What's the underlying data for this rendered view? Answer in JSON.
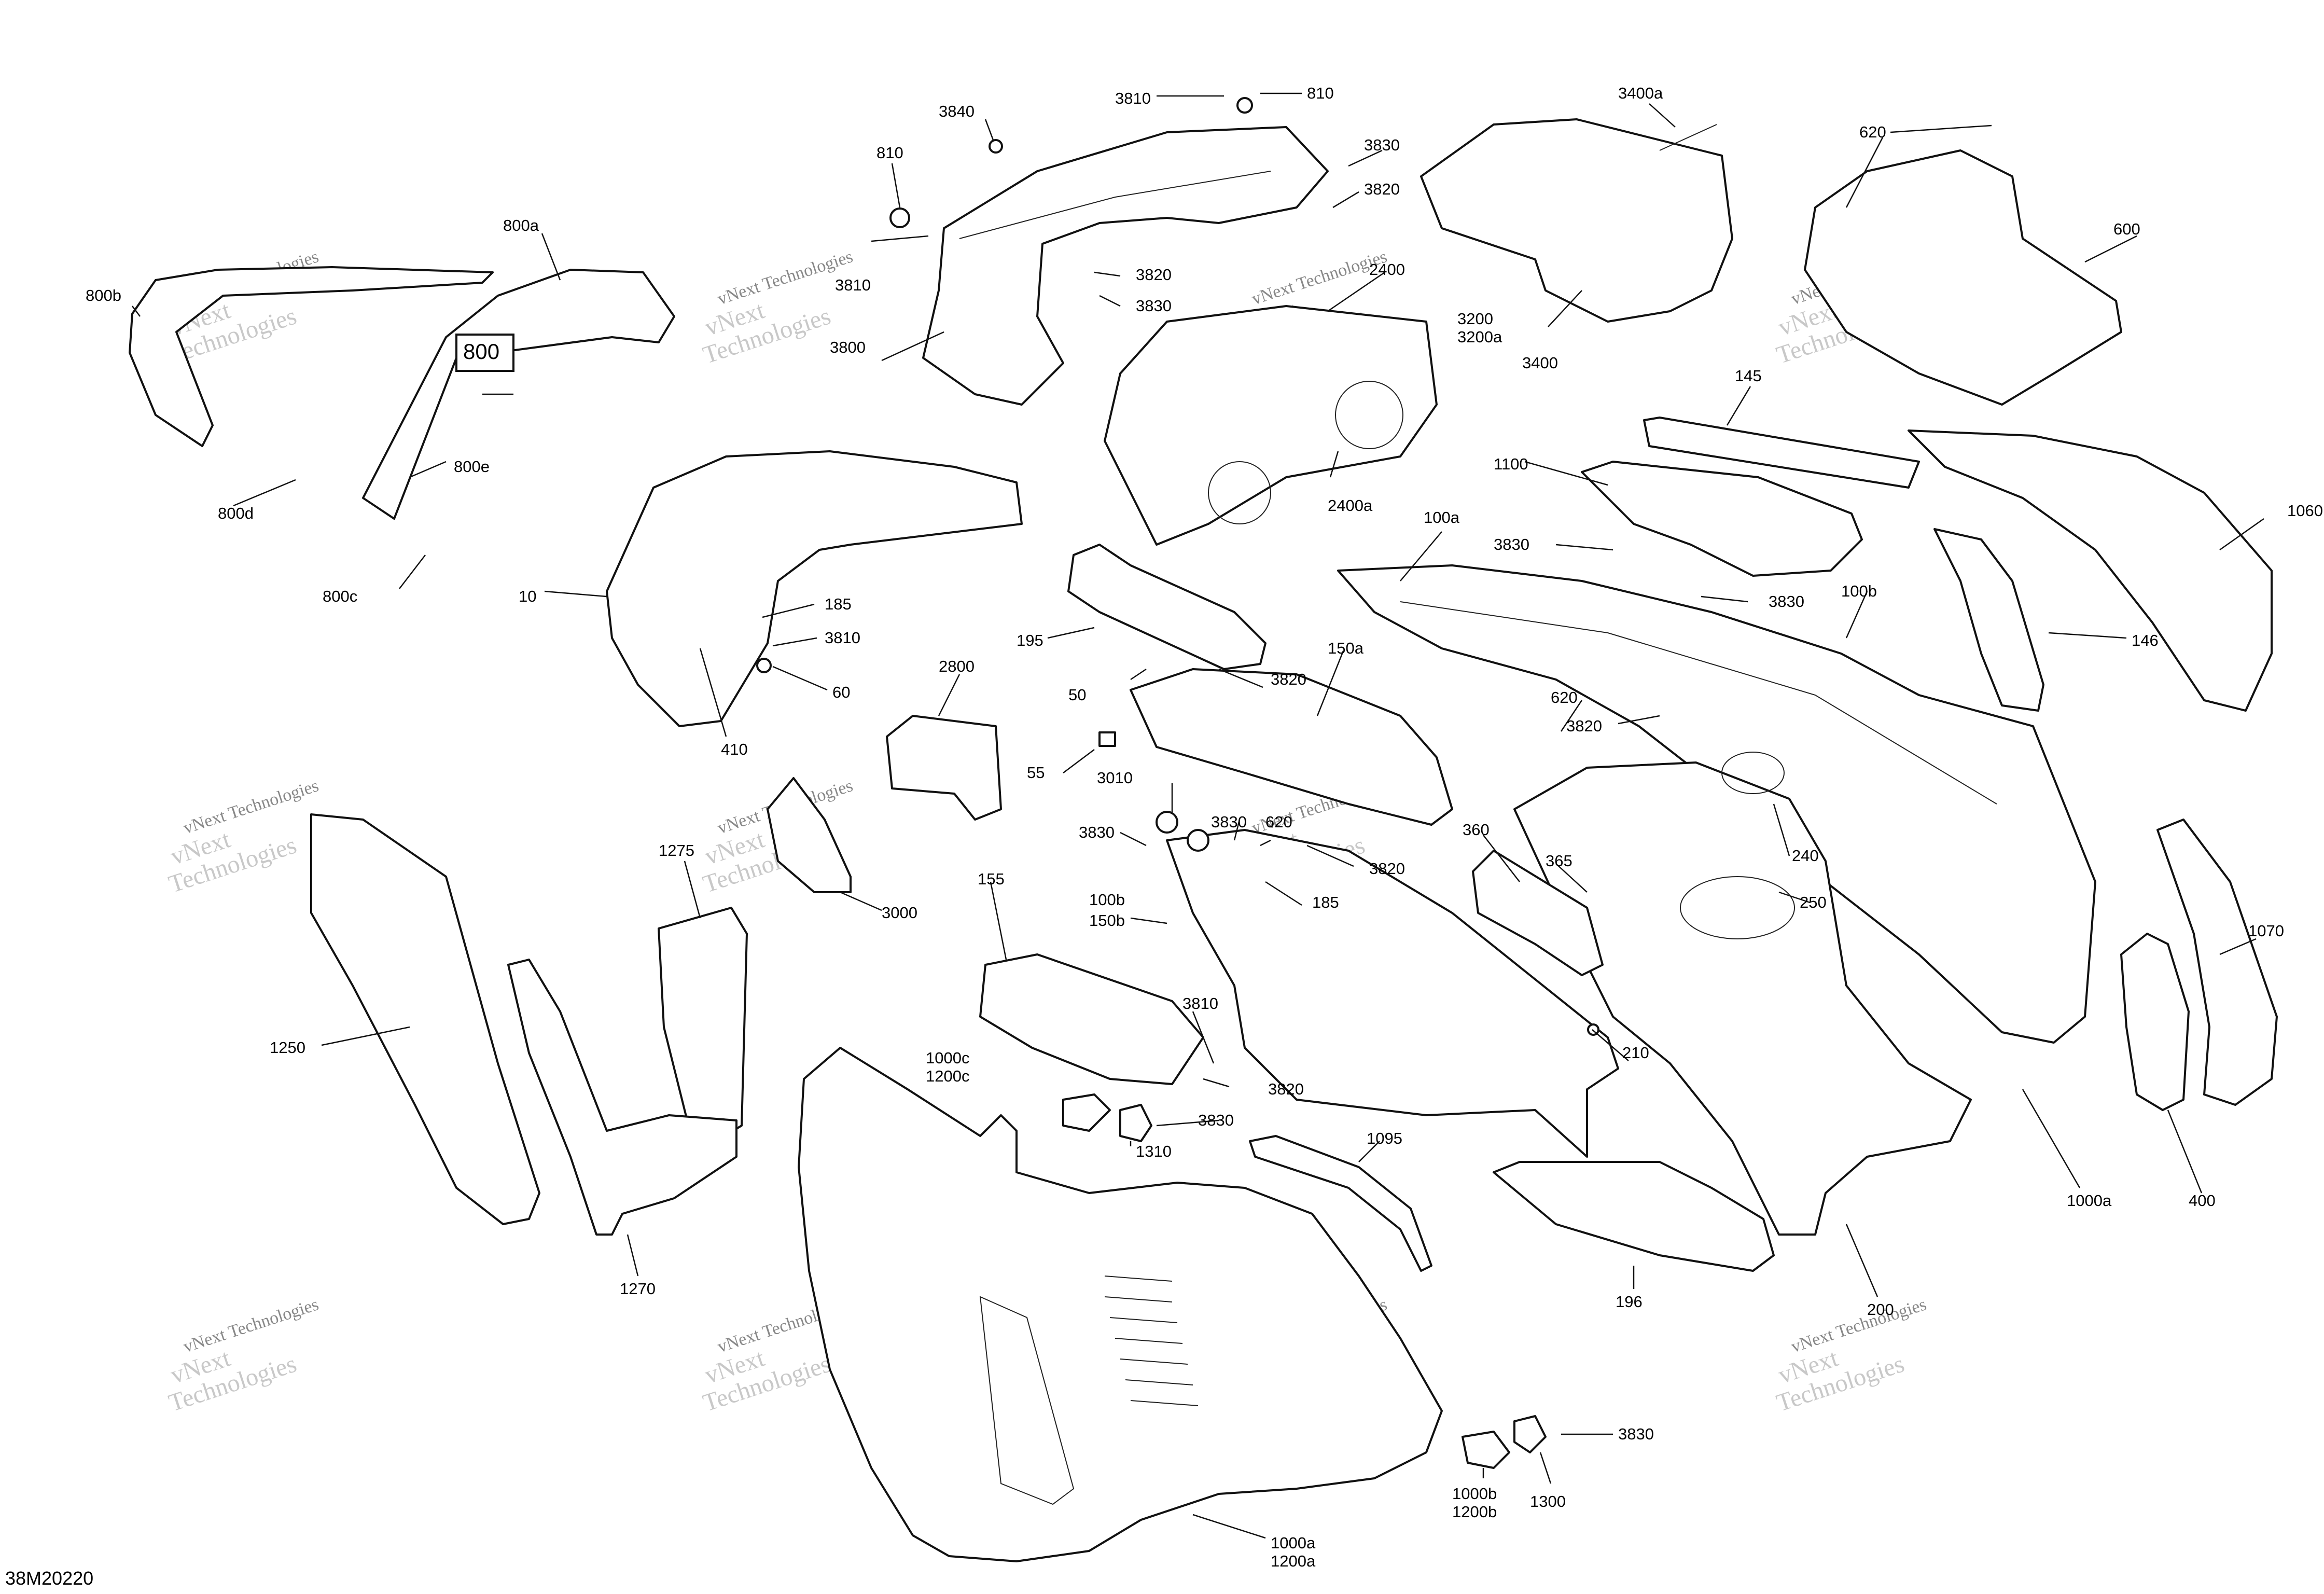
{
  "diagram_code": "38M20220",
  "watermark": {
    "line1": "vNext Technologies",
    "line2": "vNext\nTechnologies"
  },
  "labels": {
    "p3810a": "3810",
    "p810a": "810",
    "p3400a": "3400a",
    "p3840": "3840",
    "p810b": "810",
    "p3830a": "3830",
    "p3820a": "3820",
    "p620a": "620",
    "p600": "600",
    "p800a": "800a",
    "p800b": "800b",
    "p3810b": "3810",
    "p3820b": "3820",
    "p3830b": "3830",
    "p2400": "2400",
    "p3200": "3200",
    "p3200a": "3200a",
    "p3400": "3400",
    "p3800": "3800",
    "p800": "800",
    "p800e": "800e",
    "p800d": "800d",
    "p800c": "800c",
    "p2400a": "2400a",
    "p145": "145",
    "p1100": "1100",
    "p1060": "1060",
    "p100a": "100a",
    "p3830c": "3830",
    "p3830d": "3830",
    "p10": "10",
    "p185a": "185",
    "p3810c": "3810",
    "p60": "60",
    "p410": "410",
    "p195": "195",
    "p100b": "100b",
    "p146": "146",
    "p150a": "150a",
    "p50": "50",
    "p3820c": "3820",
    "p2800": "2800",
    "p620b": "620",
    "p3820d": "3820",
    "p55": "55",
    "p3010": "3010",
    "p3830e": "3830",
    "p3830f": "3830",
    "p620c": "620",
    "p3820e": "3820",
    "p360": "360",
    "p365": "365",
    "p240": "240",
    "p250": "250",
    "p1275": "1275",
    "p3000": "3000",
    "p185b": "185",
    "p100b2": "100b",
    "p150b": "150b",
    "p155": "155",
    "p1070": "1070",
    "p1250": "1250",
    "p3810d": "3810",
    "p1000c": "1000c",
    "p1200c": "1200c",
    "p3820f": "3820",
    "p3830g": "3830",
    "p1310": "1310",
    "p210": "210",
    "p1095": "1095",
    "p1000a": "1000a",
    "p400": "400",
    "p1270": "1270",
    "p196": "196",
    "p200": "200",
    "p3830h": "3830",
    "p1000b": "1000b",
    "p1200b": "1200b",
    "p1300": "1300",
    "p1000a2": "1000a",
    "p1200a": "1200a"
  }
}
